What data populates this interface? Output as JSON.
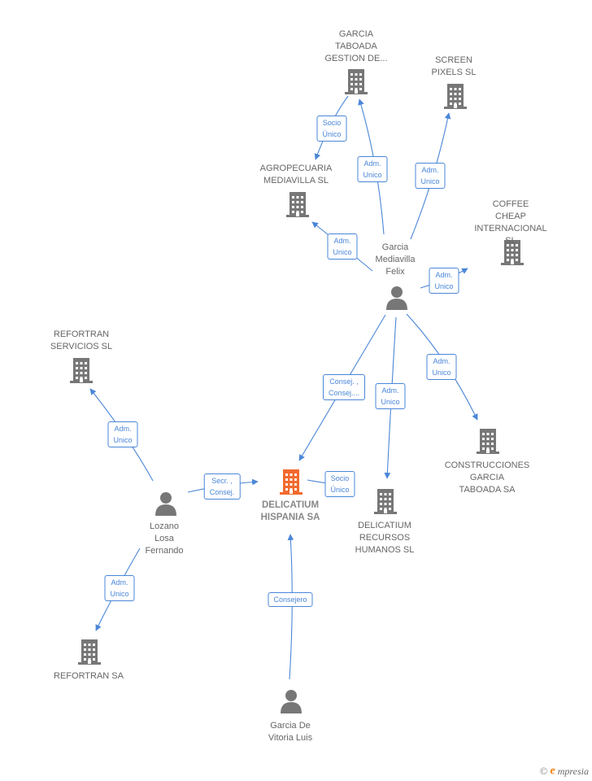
{
  "colors": {
    "edge": "#4a86d8",
    "company": "#777777",
    "main_company": "#f26a2e",
    "person": "#777777"
  },
  "nodes": [
    {
      "id": "garcia-taboada-gestion",
      "type": "company",
      "label": "GARCIA\nTABOADA\nGESTION DE..."
    },
    {
      "id": "screen-pixels",
      "type": "company",
      "label": "SCREEN\nPIXELS SL"
    },
    {
      "id": "agropecuaria",
      "type": "company",
      "label": "AGROPECUARIA\nMEDIAVILLA SL"
    },
    {
      "id": "coffee-cheap",
      "type": "company",
      "label": "COFFEE\nCHEAP\nINTERNACIONAL SL"
    },
    {
      "id": "garcia-mediavilla",
      "type": "person",
      "label": "Garcia\nMediavilla\nFelix"
    },
    {
      "id": "refortran-servicios",
      "type": "company",
      "label": "REFORTRAN\nSERVICIOS SL"
    },
    {
      "id": "delicatium-hispania",
      "type": "main",
      "label": "DELICATIUM\nHISPANIA SA"
    },
    {
      "id": "construcciones",
      "type": "company",
      "label": "CONSTRUCCIONES\nGARCIA\nTABOADA SA"
    },
    {
      "id": "lozano",
      "type": "person",
      "label": "Lozano\nLosa\nFernando"
    },
    {
      "id": "delicatium-rrhh",
      "type": "company",
      "label": "DELICATIUM\nRECURSOS\nHUMANOS SL"
    },
    {
      "id": "refortran-sa",
      "type": "company",
      "label": "REFORTRAN SA"
    },
    {
      "id": "garcia-de-vitoria",
      "type": "person",
      "label": "Garcia De\nVitoria Luis"
    }
  ],
  "edges": [
    {
      "from": "garcia-taboada-gestion",
      "to": "agropecuaria",
      "label": "Socio\nÚnico"
    },
    {
      "from": "garcia-mediavilla",
      "to": "garcia-taboada-gestion",
      "label": "Adm.\nUnico"
    },
    {
      "from": "garcia-mediavilla",
      "to": "screen-pixels",
      "label": "Adm.\nUnico"
    },
    {
      "from": "garcia-mediavilla",
      "to": "agropecuaria",
      "label": "Adm.\nUnico"
    },
    {
      "from": "garcia-mediavilla",
      "to": "coffee-cheap",
      "label": "Adm.\nUnico"
    },
    {
      "from": "garcia-mediavilla",
      "to": "delicatium-hispania",
      "label": "Consej. ,\nConsej...."
    },
    {
      "from": "garcia-mediavilla",
      "to": "delicatium-rrhh",
      "label": "Adm.\nUnico"
    },
    {
      "from": "garcia-mediavilla",
      "to": "construcciones",
      "label": "Adm.\nUnico"
    },
    {
      "from": "delicatium-hispania",
      "to": "delicatium-rrhh",
      "label": "Socio\nÚnico"
    },
    {
      "from": "lozano",
      "to": "refortran-servicios",
      "label": "Adm.\nUnico"
    },
    {
      "from": "lozano",
      "to": "delicatium-hispania",
      "label": "Secr. ,\nConsej."
    },
    {
      "from": "lozano",
      "to": "refortran-sa",
      "label": "Adm.\nUnico"
    },
    {
      "from": "garcia-de-vitoria",
      "to": "delicatium-hispania",
      "label": "Consejero"
    }
  ],
  "footer": {
    "copyright": "©",
    "brand_initial": "e",
    "brand_rest": "mpresia"
  }
}
